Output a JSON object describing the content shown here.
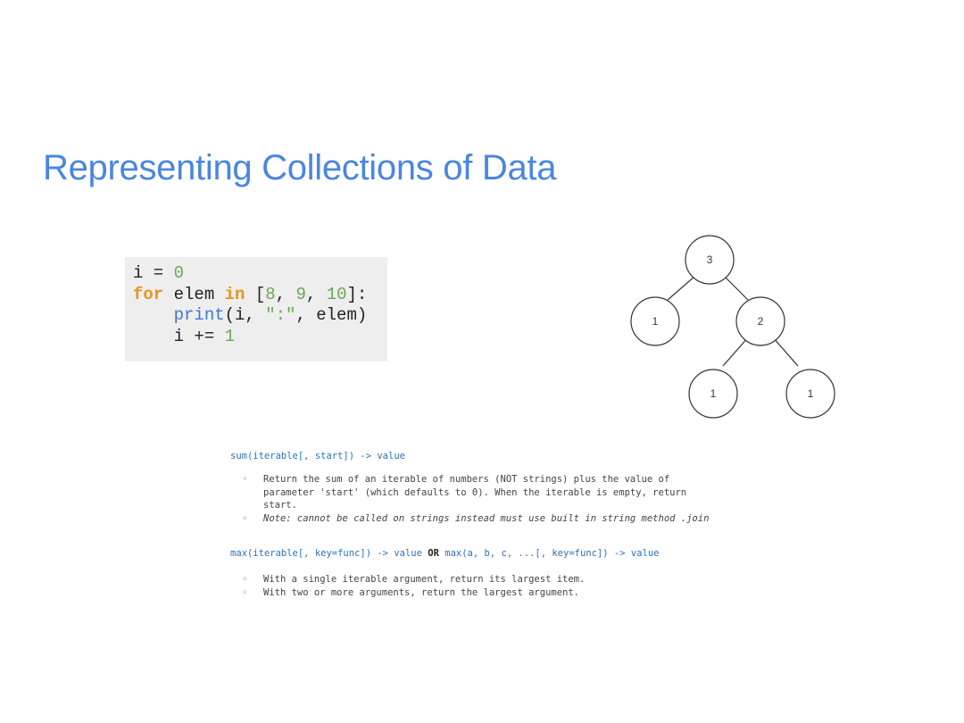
{
  "slide": {
    "title": "Representing Collections of Data"
  },
  "code": {
    "line1": {
      "a": "i = ",
      "b": "0"
    },
    "line2": {
      "kw1": "for",
      "a": " elem ",
      "kw2": "in",
      "b": " [",
      "n1": "8",
      "c": ", ",
      "n2": "9",
      "d": ", ",
      "n3": "10",
      "e": "]:"
    },
    "line3": {
      "indent": "    ",
      "fn": "print",
      "a": "(i, ",
      "str": "\":\"",
      "b": ", elem)"
    },
    "line4": {
      "a": "    i += ",
      "num": "1"
    }
  },
  "tree": {
    "root": "3",
    "left": "1",
    "right": "2",
    "right_left": "1",
    "right_right": "1"
  },
  "docs": {
    "sum_signature": "sum(iterable[, start]) -> value",
    "sum_bullets": [
      "Return the sum of an iterable of numbers (NOT strings) plus the value of\nparameter 'start' (which defaults to 0). When the iterable is empty, return\nstart.",
      "Note: cannot be called on strings instead must use built in string method .join"
    ],
    "max_signature_a": "max(iterable[, key=func]) -> value ",
    "max_or": "OR",
    "max_signature_b": " max(a, b, c, ...[, key=func]) -> value",
    "max_bullets": [
      "With a single iterable argument, return its largest item.",
      "With two or more arguments, return the largest argument."
    ],
    "bullet_glyph": "◦"
  }
}
